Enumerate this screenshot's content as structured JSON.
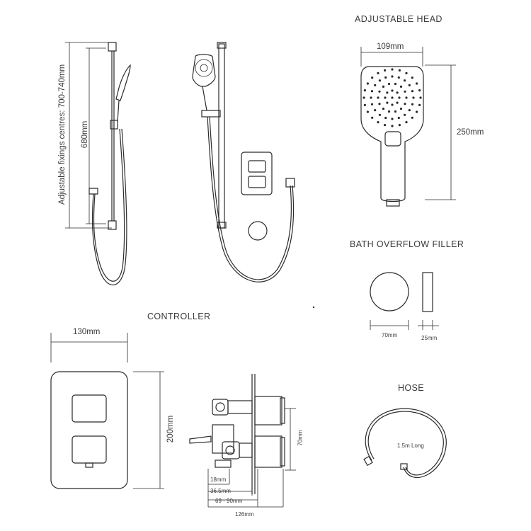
{
  "titles": {
    "adjustable_head": "ADJUSTABLE HEAD",
    "bath_overflow_filler": "BATH OVERFLOW FILLER",
    "controller": "CONTROLLER",
    "hose": "HOSE"
  },
  "riser": {
    "fixings_label": "Adjustable fixings centres: 700-740mm",
    "height_label": "680mm"
  },
  "head": {
    "width_label": "109mm",
    "height_label": "250mm"
  },
  "filler": {
    "diameter_label": "70mm",
    "depth_label": "25mm"
  },
  "controller": {
    "width_label": "130mm",
    "height_label": "200mm",
    "valve_height_label": "70mm",
    "dim_18": "18mm",
    "dim_36": "36.5mm",
    "dim_69_90": "69 - 90mm",
    "dim_126": "126mm"
  },
  "hose": {
    "length_label": "1.5m Long"
  },
  "colors": {
    "line": "#2a2a2a",
    "text": "#3a3a3a",
    "background": "#ffffff"
  }
}
